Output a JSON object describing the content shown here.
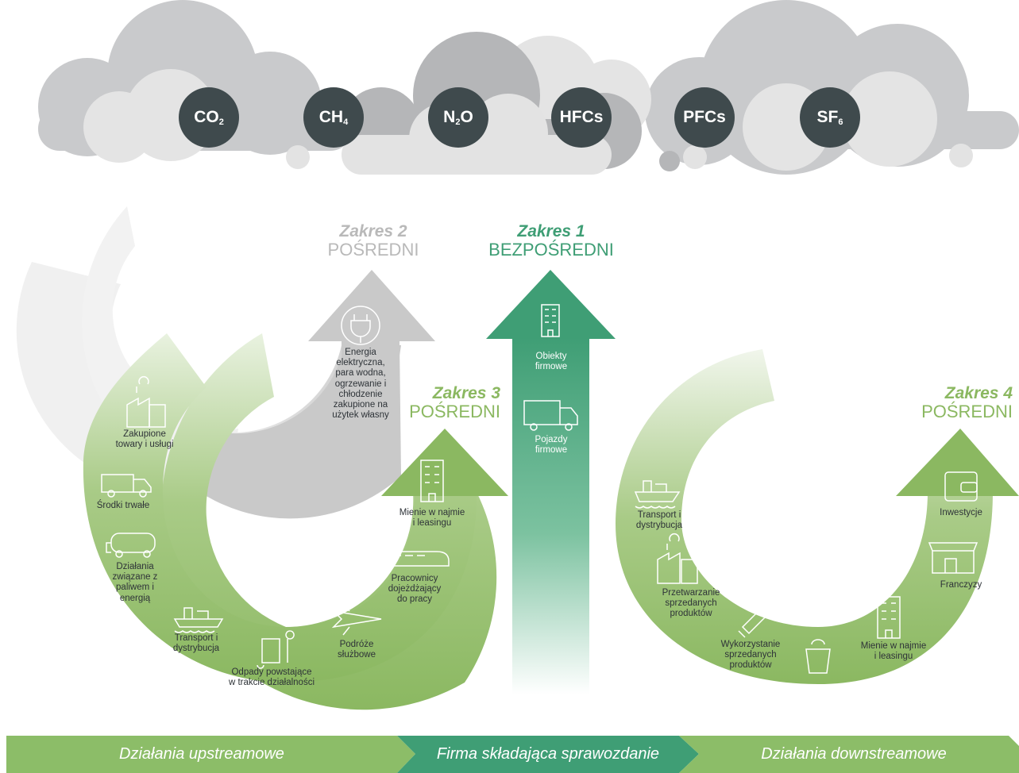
{
  "gases": [
    {
      "base": "CO",
      "sub": "2"
    },
    {
      "base": "CH",
      "sub": "4"
    },
    {
      "base": "N",
      "sub": "2",
      "tail": "O"
    },
    {
      "base": "HFCs",
      "sub": ""
    },
    {
      "base": "PFCs",
      "sub": ""
    },
    {
      "base": "SF",
      "sub": "6"
    }
  ],
  "scopes": {
    "scope2": {
      "num": "Zakres 2",
      "kind": "POŚREDNI"
    },
    "scope1": {
      "num": "Zakres 1",
      "kind": "BEZPOŚREDNI"
    },
    "scope3": {
      "num": "Zakres 3",
      "kind": "POŚREDNI"
    },
    "scope4": {
      "num": "Zakres 4",
      "kind": "POŚREDNI"
    }
  },
  "scope2_items": {
    "energy": "Energia\nelektryczna,\npara wodna,\nogrzewanie i\nchłodzenie\nzakupione na\nużytek własny"
  },
  "scope1_items": {
    "facilities": "Obiekty\nfirmowe",
    "vehicles": "Pojazdy\nfirmowe"
  },
  "scope3_items": {
    "purchased_goods": "Zakupione\ntowary i usługi",
    "capital_goods": "Środki trwałe",
    "fuel_energy": "Działania\nzwiązane z\npaliwem i\nenergią",
    "transport": "Transport i\ndystrybucja",
    "waste": "Odpady powstające\nw trakcie działalności",
    "business_travel": "Podróże\nsłużbowe",
    "commuting": "Pracownicy\ndojeżdżający\ndo pracy",
    "leased_assets": "Mienie w najmie\ni leasingu"
  },
  "scope4_items": {
    "transport": "Transport i\ndystrybucja",
    "processing": "Przetwarzanie\nsprzedanych\nproduktów",
    "use": "Wykorzystanie\nsprzedanych\nproduktów",
    "leased_assets": "Mienie w najmie\ni leasingu",
    "franchises": "Franczyzy",
    "investments": "Inwestycje"
  },
  "bottom_bar": {
    "upstream": "Działania upstreamowe",
    "company": "Firma składająca sprawozdanie",
    "downstream": "Działania downstreamowe"
  },
  "colors": {
    "gas_circle": "#3f4a4d",
    "scope1_green": "#3f9e75",
    "scope3_green": "#8bb861",
    "scope2_grey": "#c9c9c9",
    "bar_light": "#8cbd68",
    "bar_dark": "#3f9e75"
  }
}
